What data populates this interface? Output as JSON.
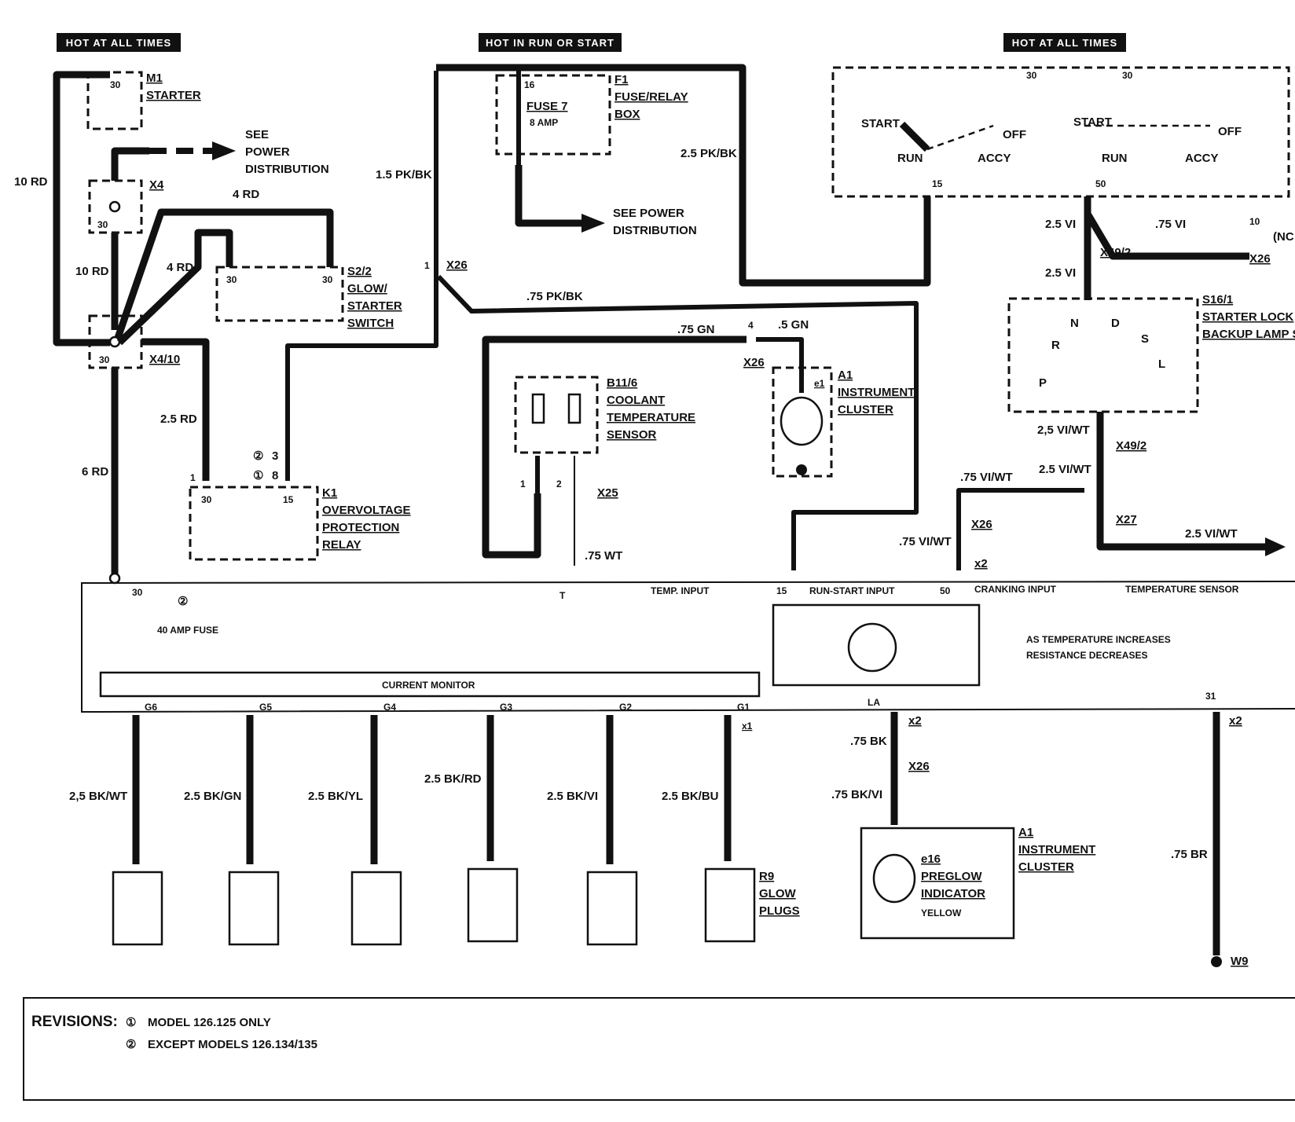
{
  "headers": [
    "HOT AT ALL TIMES",
    "HOT IN RUN OR START",
    "HOT AT ALL TIMES"
  ],
  "wires": {
    "w10rd_a": "10 RD",
    "w10rd_b": "10 RD",
    "w4rd_a": "4 RD",
    "w4rd_b": "4 RD",
    "w25rd": "2.5 RD",
    "w6rd": "6 RD",
    "w15pkbk": "1.5 PK/BK",
    "w25pkbk": "2.5 PK/BK",
    "w75pkbk": ".75 PK/BK",
    "w75gn": ".75 GN",
    "w5gn": ".5 GN",
    "w75wt": ".75 WT",
    "w25vi_a": "2.5 VI",
    "w25vi_b": "2.5 VI",
    "w75vi": ".75 VI",
    "w25viwt_a": "2,5 VI/WT",
    "w25viwt_b": "2.5 VI/WT",
    "w75viwt_a": ".75 VI/WT",
    "w75viwt_b": ".75 VI/WT",
    "w25viwt_c": "2.5 VI/WT",
    "w75bk": ".75 BK",
    "w75bkvi": ".75 BK/VI",
    "w75br": ".75 BR",
    "g6": "2,5 BK/WT",
    "g5": "2.5 BK/GN",
    "g4": "2.5 BK/YL",
    "g3": "2.5 BK/RD",
    "g2": "2.5 BK/VI",
    "g1": "2.5 BK/BU"
  },
  "components": {
    "m1_id": "M1",
    "m1_name": "STARTER",
    "see_power": [
      "SEE",
      "POWER",
      "DISTRIBUTION"
    ],
    "see_power2": [
      "SEE POWER",
      "DISTRIBUTION"
    ],
    "x4": "X4",
    "x4_10": "X4/10",
    "s22_id": "S2/2",
    "s22_name": [
      "GLOW/",
      "STARTER",
      "SWITCH"
    ],
    "k1_id": "K1",
    "k1_name": [
      "OVERVOLTAGE",
      "PROTECTION",
      "RELAY"
    ],
    "f1_id": "F1",
    "f1_name": [
      "FUSE/RELAY",
      "BOX"
    ],
    "fuse7": "FUSE 7",
    "fuse7_amp": "8 AMP",
    "x26": "X26",
    "x25": "X25",
    "x27": "X27",
    "x49_2": "X49/2",
    "b116_id": "B11/6",
    "b116_name": [
      "COOLANT",
      "TEMPERATURE",
      "SENSOR"
    ],
    "a1_id": "A1",
    "a1_name": [
      "INSTRUMENT",
      "CLUSTER"
    ],
    "e1": "e1",
    "s151_id": "S16/1",
    "s151_name": [
      "STARTER LOCK",
      "BACKUP LAMP S"
    ],
    "ign_start": "START",
    "ign_run": "RUN",
    "ign_off": "OFF",
    "ign_accy": "ACCY",
    "sw_r": "R",
    "sw_n": "N",
    "sw_d": "D",
    "sw_s": "S",
    "sw_l": "L",
    "sw_p": "P",
    "x1": "x1",
    "x2": "x2",
    "nc": "(NC",
    "temp_input": "TEMP. INPUT",
    "run_start_input": "RUN-START INPUT",
    "cranking_input": "CRANKING INPUT",
    "temperature_sensor": "TEMPERATURE SENSOR",
    "temp_note": [
      "AS TEMPERATURE INCREASES",
      "RESISTANCE DECREASES"
    ],
    "fuse40": "40 AMP FUSE",
    "current_monitor": "CURRENT MONITOR",
    "r9_id": "R9",
    "r9_name": [
      "GLOW",
      "PLUGS"
    ],
    "e16_id": "e16",
    "e16_name": [
      "PREGLOW",
      "INDICATOR"
    ],
    "e16_color": "YELLOW",
    "w9": "W9",
    "la": "LA",
    "t": "T",
    "pin30": "30",
    "pin15": "15",
    "pin50": "50",
    "pin31": "31",
    "glow_pins": [
      "G6",
      "G5",
      "G4",
      "G3",
      "G2",
      "G1"
    ],
    "circ1": "①",
    "circ2": "②"
  },
  "revisions": {
    "label": "REVISIONS:",
    "items": [
      {
        "mark": "①",
        "text": "MODEL 126.125 ONLY"
      },
      {
        "mark": "②",
        "text": "EXCEPT MODELS 126.134/135"
      }
    ]
  }
}
